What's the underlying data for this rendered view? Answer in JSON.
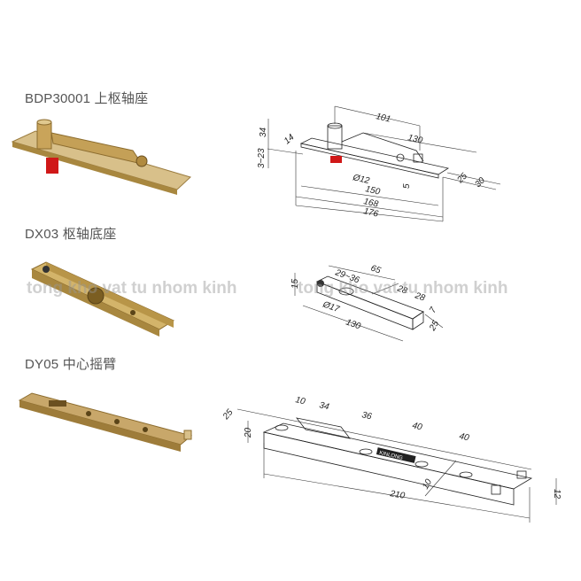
{
  "products": [
    {
      "title": "BDP30001 上枢轴座",
      "dims": {
        "d101": "101",
        "d130": "130",
        "d34": "34",
        "d3_23": "3~23",
        "d14": "14",
        "d_phi12": "Ø12",
        "d5": "5",
        "d150": "150",
        "d168": "168",
        "d176": "176",
        "d25": "25",
        "d30": "30"
      }
    },
    {
      "title": "DX03 枢轴底座",
      "dims": {
        "d29_36": "29~36",
        "d65": "65",
        "d15": "15",
        "d28a": "28",
        "d28b": "28",
        "d_phi17": "Ø17",
        "d7": "7",
        "d130": "130",
        "d25": "25"
      }
    },
    {
      "title": "DY05 中心摇臂",
      "dims": {
        "d10a": "10",
        "d34": "34",
        "d36": "36",
        "d40a": "40",
        "d40b": "40",
        "d25": "25",
        "d20": "20",
        "d10b": "10",
        "d210": "210",
        "d12": "12"
      },
      "brand_plate": "KINLONG"
    }
  ],
  "watermark": "tong kho vat tu nhom kinh",
  "colors": {
    "brass": "#c9a45a",
    "brass_dark": "#8c6c2e",
    "red": "#d01818"
  }
}
